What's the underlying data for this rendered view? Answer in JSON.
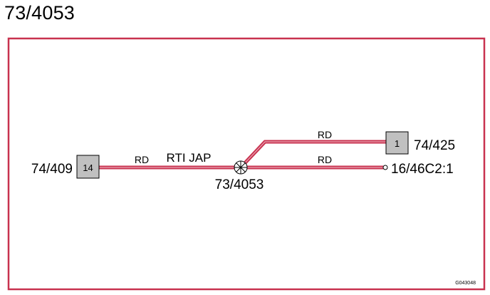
{
  "page_title": "73/4053",
  "colors": {
    "frame": "#c8324f",
    "wire": "#c8324f",
    "connector_fill": "#c0c0c0",
    "text": "#000000"
  },
  "connectors": {
    "left": {
      "id": "74/409",
      "pin": "14"
    },
    "top_right": {
      "id": "74/425",
      "pin": "1"
    },
    "bottom_right": {
      "id": "16/46C2:1"
    }
  },
  "splice": {
    "id": "73/4053"
  },
  "wires": {
    "main": {
      "color_code": "RD",
      "harness": "RTI JAP"
    },
    "upper_branch": {
      "color_code": "RD"
    },
    "lower_branch": {
      "color_code": "RD"
    }
  },
  "figure_code": "G043048"
}
